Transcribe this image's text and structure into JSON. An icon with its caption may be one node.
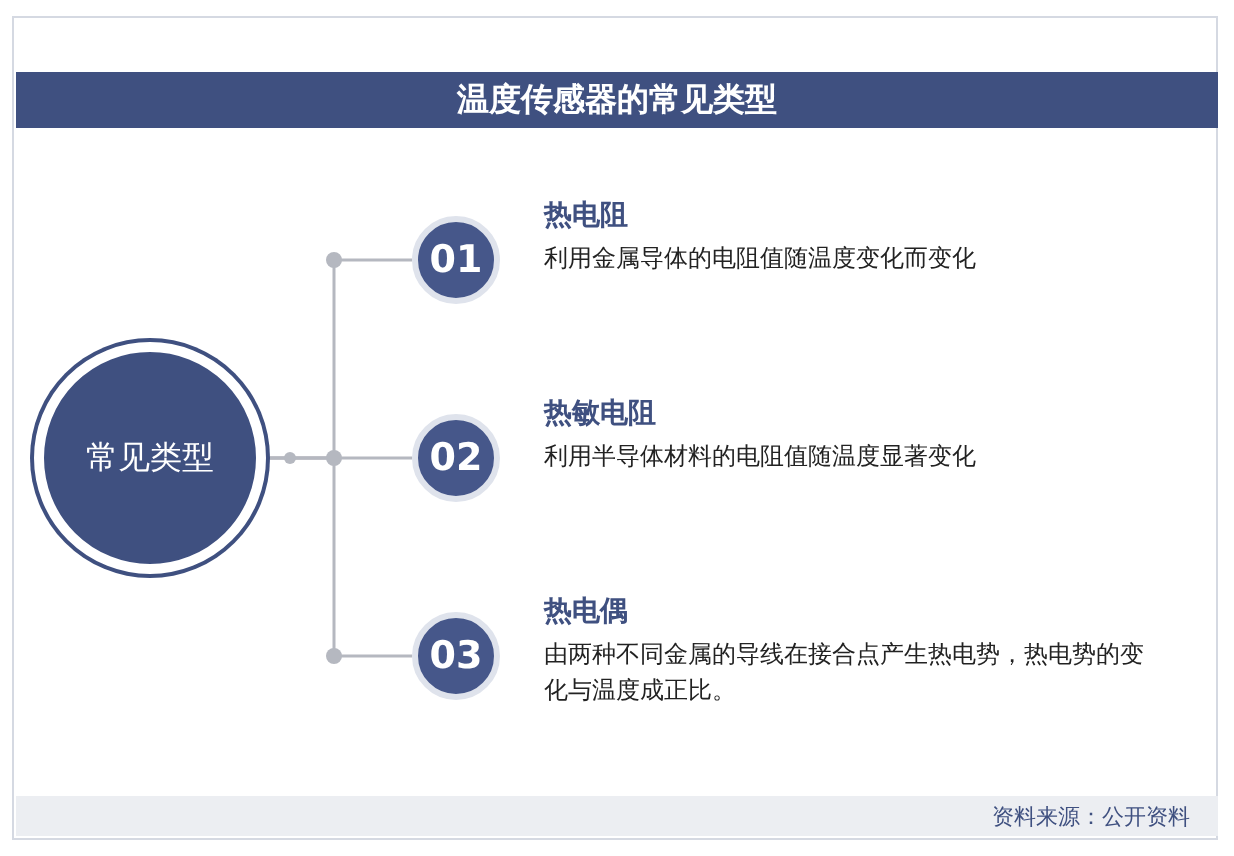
{
  "diagram": {
    "title": "温度传感器的常见类型",
    "nodes": [
      {
        "text": [
          "常见类型"
        ]
      },
      {
        "text": [
          "01"
        ],
        "beside": [
          "热电阻",
          "利用金属导体的电阻值随温度变化而变化"
        ]
      },
      {
        "text": [
          "02"
        ],
        "beside": [
          "热敏电阻",
          "利用半导体材料的电阻值随温度显著变化"
        ]
      },
      {
        "text": [
          "03"
        ],
        "beside": [
          "热电偶",
          "由两种不同金属的导线在接合点产生热电势，热电势的变化与温度成正比。"
        ]
      }
    ],
    "edges": [
      {
        "from": 0,
        "to": 1,
        "arrow": "none"
      },
      {
        "from": 0,
        "to": 2,
        "arrow": "none"
      },
      {
        "from": 0,
        "to": 3,
        "arrow": "none"
      }
    ],
    "labels": [
      "资料来源：公开资料"
    ]
  }
}
